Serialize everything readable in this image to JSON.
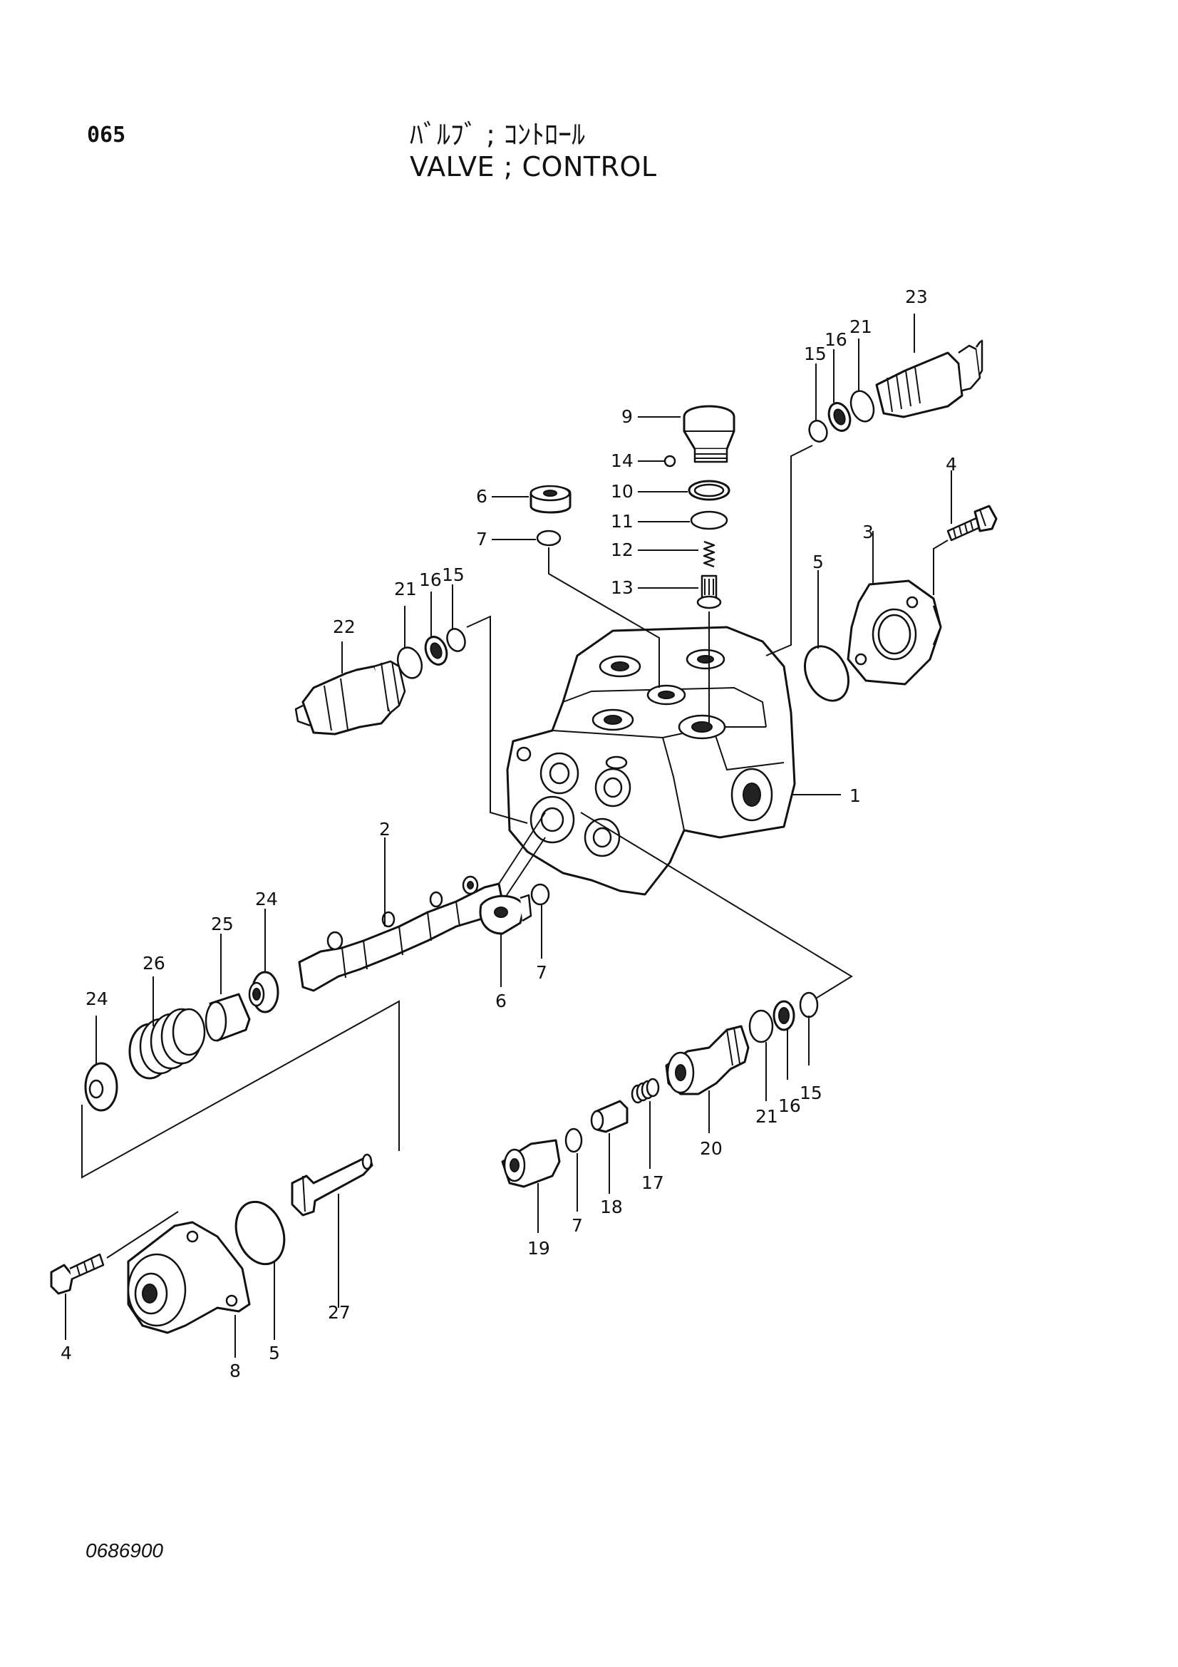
{
  "header": {
    "page_number": "065",
    "title_jp": "ﾊﾞﾙﾌﾞ ; ｺﾝﾄﾛｰﾙ",
    "title_en": "VALVE ; CONTROL"
  },
  "footer": {
    "drawing_number": "0686900"
  },
  "callouts": {
    "c1": "1",
    "c2": "2",
    "c3": "3",
    "c4a": "4",
    "c4b": "4",
    "c5a": "5",
    "c5b": "5",
    "c6a": "6",
    "c6b": "6",
    "c7a": "7",
    "c7b": "7",
    "c7c": "7",
    "c8": "8",
    "c9": "9",
    "c10": "10",
    "c11": "11",
    "c12": "12",
    "c13": "13",
    "c14": "14",
    "c15a": "15",
    "c15b": "15",
    "c15c": "15",
    "c16a": "16",
    "c16b": "16",
    "c16c": "16",
    "c17": "17",
    "c18": "18",
    "c19": "19",
    "c20": "20",
    "c21a": "21",
    "c21b": "21",
    "c21c": "21",
    "c22": "22",
    "c23": "23",
    "c24a": "24",
    "c24b": "24",
    "c25": "25",
    "c26": "26",
    "c27": "27"
  },
  "colors": {
    "ink": "#111111",
    "paper": "#ffffff"
  }
}
